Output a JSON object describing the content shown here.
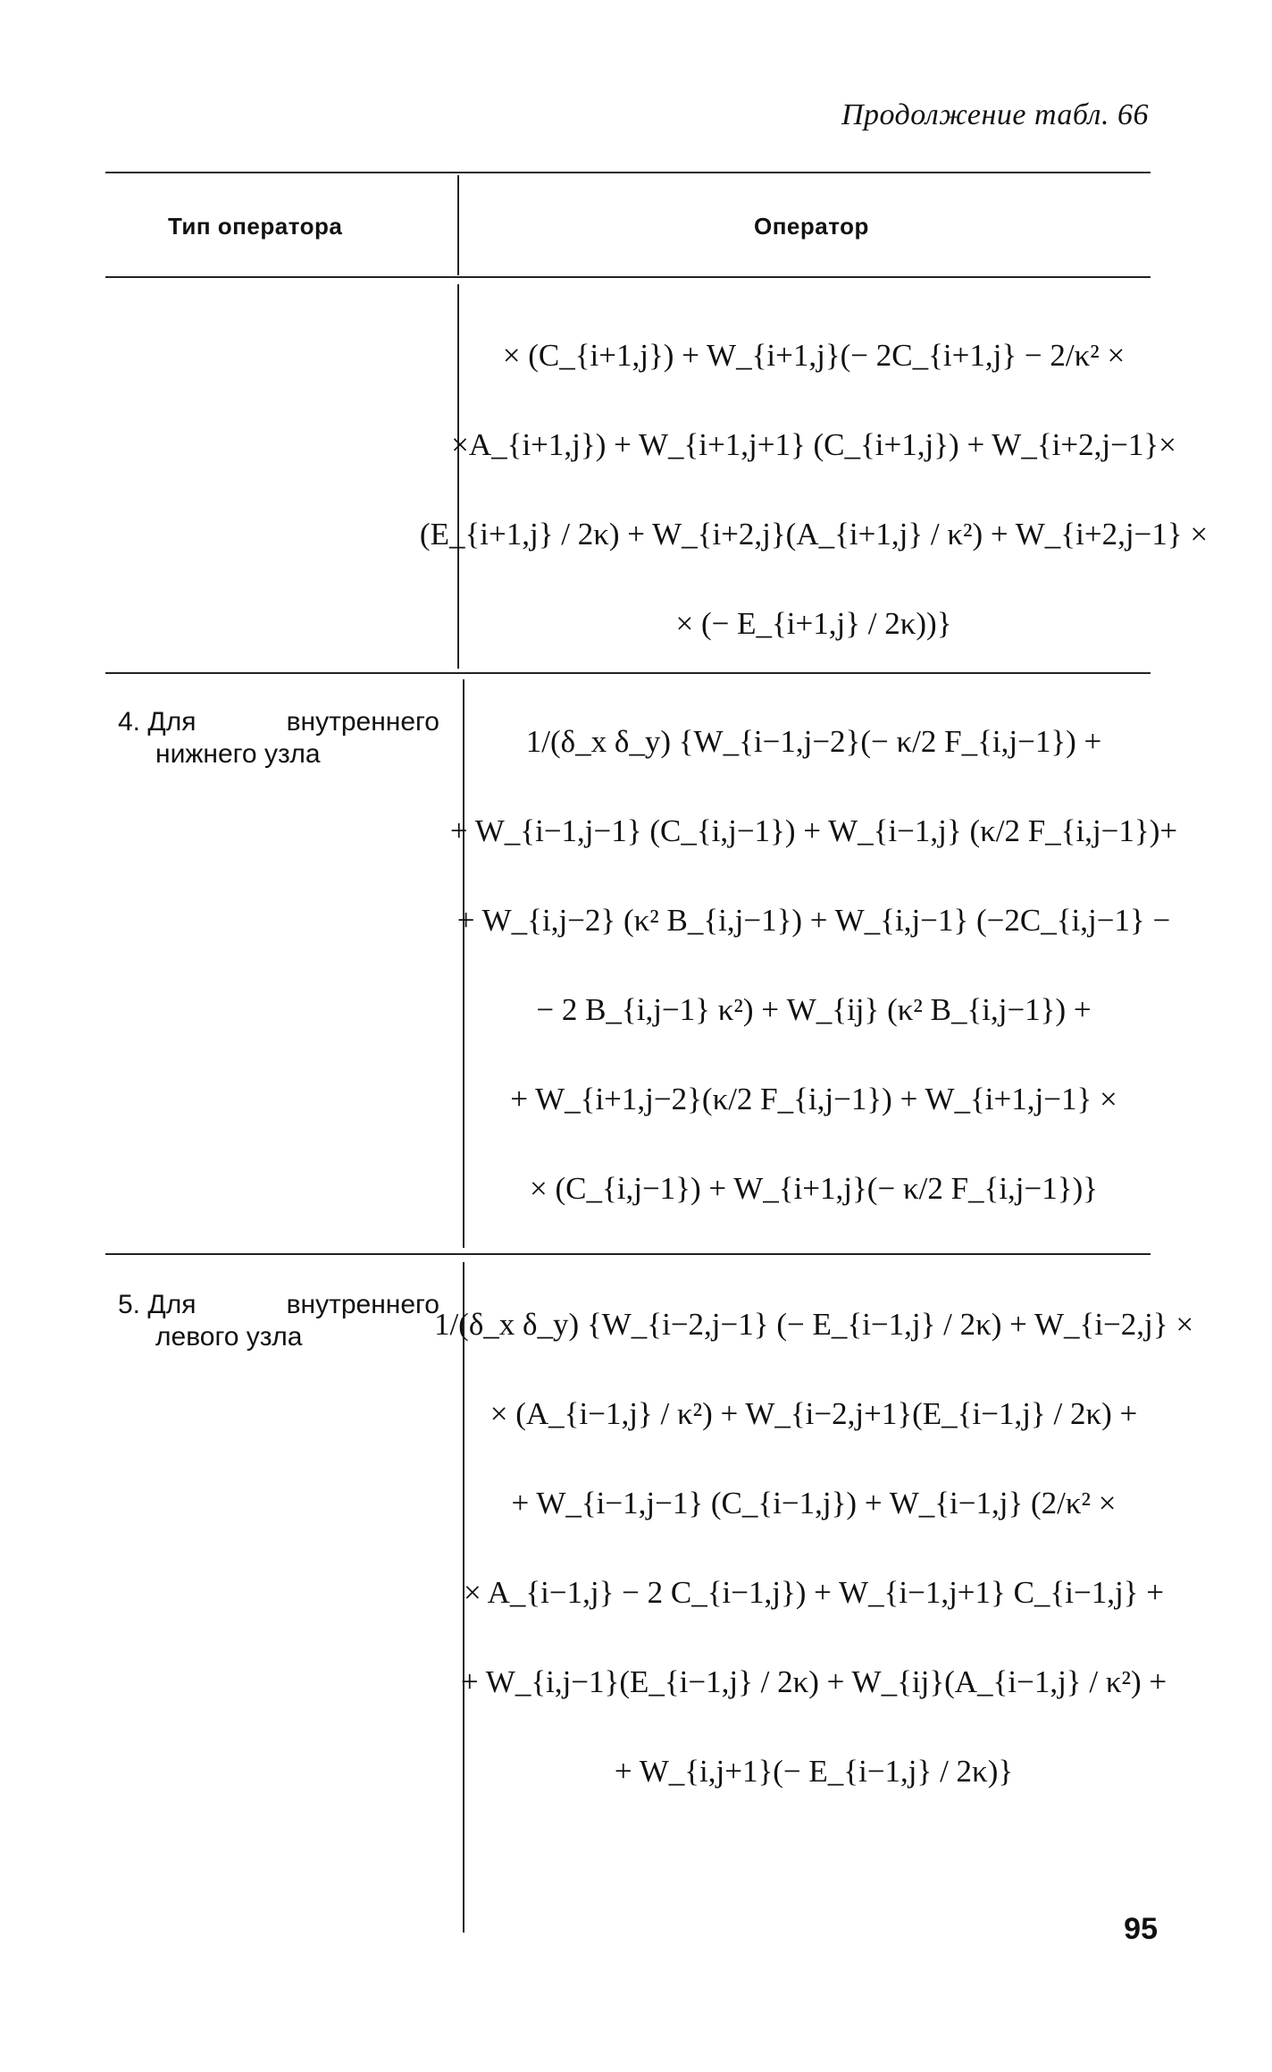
{
  "header": {
    "continuation": "Продолжение табл. 66"
  },
  "table": {
    "columns": [
      "Тип оператора",
      "Оператор"
    ],
    "rows": [
      {
        "label_num": "",
        "label_word1": "",
        "label_word2": "",
        "label_line2": "",
        "formula_lines": [
          "× (C_{i+1,j}) + W_{i+1,j}(− 2C_{i+1,j} − 2/κ² ×",
          "×A_{i+1,j}) + W_{i+1,j+1} (C_{i+1,j}) + W_{i+2,j−1}×",
          "(E_{i+1,j} / 2κ) + W_{i+2,j}(A_{i+1,j} / κ²) + W_{i+2,j−1} ×",
          "× (− E_{i+1,j} / 2κ))}"
        ]
      },
      {
        "label_num": "4.",
        "label_word1": "Для",
        "label_word2": "внутреннего",
        "label_line2": "нижнего узла",
        "formula_lines": [
          "1/(δ_x δ_y) {W_{i−1,j−2}(− κ/2 F_{i,j−1}) +",
          "+ W_{i−1,j−1} (C_{i,j−1}) + W_{i−1,j} (κ/2 F_{i,j−1})+",
          "+ W_{i,j−2} (κ² B_{i,j−1}) + W_{i,j−1} (−2C_{i,j−1} −",
          "− 2 B_{i,j−1} κ²) + W_{ij} (κ² B_{i,j−1}) +",
          "+ W_{i+1,j−2}(κ/2 F_{i,j−1}) + W_{i+1,j−1} ×",
          "× (C_{i,j−1}) + W_{i+1,j}(− κ/2 F_{i,j−1})}"
        ]
      },
      {
        "label_num": "5.",
        "label_word1": "Для",
        "label_word2": "внутреннего",
        "label_line2": "левого узла",
        "formula_lines": [
          "1/(δ_x δ_y) {W_{i−2,j−1} (− E_{i−1,j} / 2κ) + W_{i−2,j} ×",
          "× (A_{i−1,j} / κ²) + W_{i−2,j+1}(E_{i−1,j} / 2κ) +",
          "+ W_{i−1,j−1} (C_{i−1,j}) + W_{i−1,j} (2/κ² ×",
          "× A_{i−1,j} − 2 C_{i−1,j}) + W_{i−1,j+1} C_{i−1,j} +",
          "+ W_{i,j−1}(E_{i−1,j} / 2κ) + W_{ij}(A_{i−1,j} / κ²) +",
          "+ W_{i,j+1}(− E_{i−1,j} / 2κ)}"
        ]
      }
    ]
  },
  "page_number": "95"
}
